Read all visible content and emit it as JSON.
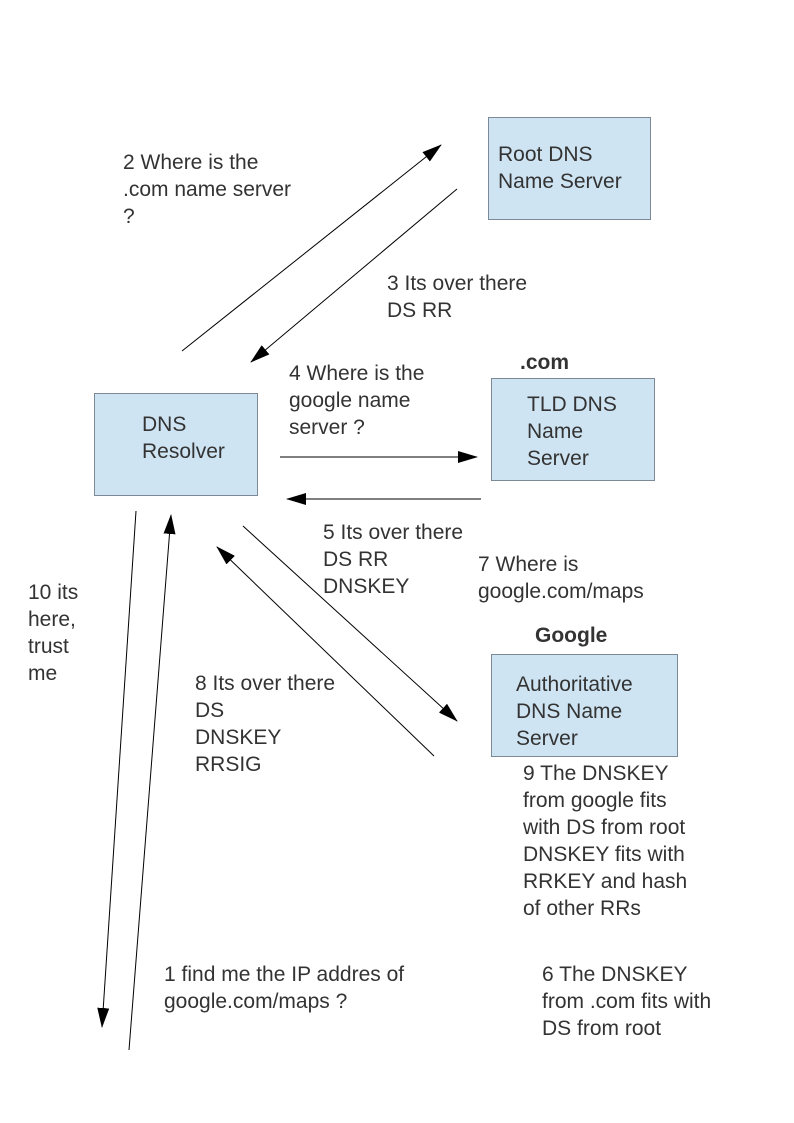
{
  "nodes": {
    "root": {
      "label_lines": [
        "Root DNS",
        "Name Server"
      ]
    },
    "resolver": {
      "label_lines": [
        "DNS",
        "Resolver"
      ]
    },
    "tld": {
      "heading": ".com",
      "label_lines": [
        "TLD DNS",
        "Name",
        "Server"
      ]
    },
    "auth": {
      "heading": "Google",
      "label_lines": [
        "Authoritative",
        "DNS Name",
        "Server"
      ]
    }
  },
  "steps": {
    "s1": "1 find me the IP addres of\ngoogle.com/maps ?",
    "s2": "2 Where is the\n.com name server\n?",
    "s3": "3 Its over there\nDS RR",
    "s4": "4 Where is the\ngoogle name\nserver ?",
    "s5": "5 Its over there\nDS RR\nDNSKEY",
    "s6": "6 The DNSKEY\nfrom .com fits with\nDS from root",
    "s7": "7 Where is\ngoogle.com/maps",
    "s8": "8 Its over there\nDS\nDNSKEY\nRRSIG",
    "s9": "9 The DNSKEY\nfrom google fits\nwith DS from root\nDNSKEY fits with\nRRKEY and hash\nof other RRs",
    "s10": "10 its\nhere,\ntrust\nme"
  }
}
